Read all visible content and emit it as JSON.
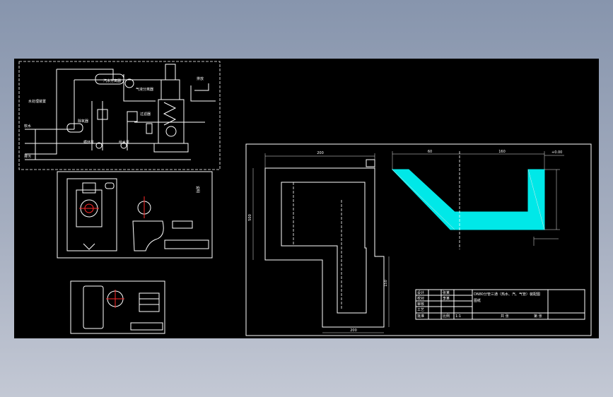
{
  "colors": {
    "canvas": "#000000",
    "line": "#ffffff",
    "highlight": "#00e8e8",
    "centerline": "#ff2a2a"
  },
  "schematic": {
    "labels": {
      "steam_separator": "汽水分离器",
      "gas_liquid_separator": "气液分离器",
      "exhaust": "排放",
      "filter": "过滤器",
      "deaerator": "除氧器",
      "feed_pump": "给水泵",
      "circulation_pump": "循环泵",
      "drain": "排污",
      "water_treatment": "水处理装置",
      "soft_water": "软水"
    }
  },
  "detail_sheet": {
    "side_label": "说明"
  },
  "title_block": {
    "title": "DN80分管三通（热水、汽、气管）装配图",
    "subtitle": "图纸",
    "rows": [
      "设计",
      "校对",
      "审核",
      "工艺",
      "批准"
    ],
    "values": [
      "张某",
      "李某"
    ],
    "scale_label": "比例",
    "scale_value": "1:1",
    "sheet_label": "共 张",
    "page_label": "第 张"
  },
  "dimensions": {
    "top_left": "200",
    "top_right_a": "60",
    "top_right_b": "160",
    "level_mark": "+0.00",
    "side": "500",
    "bottom": "200",
    "right_height": "150"
  }
}
